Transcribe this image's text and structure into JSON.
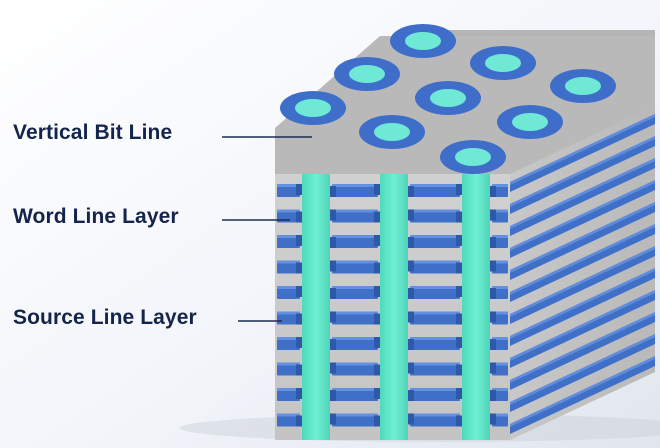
{
  "labels": [
    {
      "text": "Vertical Bit Line"
    },
    {
      "text": "Word Line Layer"
    },
    {
      "text": "Source Line Layer"
    }
  ],
  "colors": {
    "top_face": "#b7b7b7",
    "front_face": "#cfcfcf",
    "side_face": "#c2c2c2",
    "word_line": "#3f6fc6",
    "word_line_highlight": "#6d99e6",
    "bit_line": "#5ee6c8",
    "ring": "#3e6ec9",
    "ring_core": "#6fe8d6",
    "label_text": "#14244a",
    "leader": "#1b2b52"
  }
}
